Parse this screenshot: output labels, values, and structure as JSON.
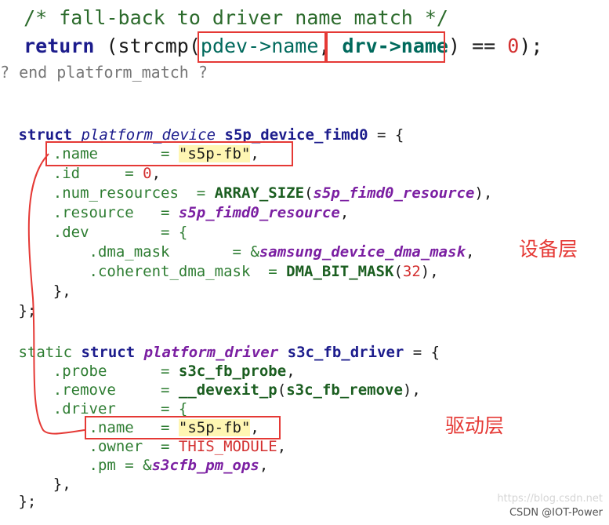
{
  "code": {
    "comment_line": "  /* fall-back to driver name match */",
    "return_kw": "  return",
    "return_open": " (strcmp(",
    "pdev_name": "pdev->name",
    "comma1": ",",
    "drv_name": " drv->name",
    "return_close": ") == ",
    "zero": "0",
    "return_end": ");",
    "end_line": "? end platform_match ?",
    "struct_kw": " struct",
    "struct_type": " platform_device",
    "struct_name": " s5p_device_fimd0",
    "struct_eq": " = {",
    "l_name_member": "    .name       = ",
    "l_name_value": "\"s5p-fb\"",
    "l_name_end": ",",
    "l_id_member": "    .id     = ",
    "l_id_value": "0",
    "l_id_end": ",",
    "l_numres_member": "    .num_resources  = ",
    "l_numres_fn": "ARRAY_SIZE",
    "l_numres_arg": "s5p_fimd0_resource",
    "l_numres_end": "),",
    "l_res_member": "    .resource   = ",
    "l_res_value": "s5p_fimd0_resource",
    "l_res_end": ",",
    "l_dev_member": "    .dev        = {",
    "l_dma_member": "        .dma_mask       = &",
    "l_dma_value": "samsung_device_dma_mask",
    "l_dma_end": ",",
    "l_coh_member": "        .coherent_dma_mask  = ",
    "l_coh_fn": "DMA_BIT_MASK",
    "l_coh_num": "32",
    "l_coh_end": "),",
    "l_close_inner": "    },",
    "l_close_outer": " };",
    "drv_static": " static",
    "drv_struct": " struct",
    "drv_type": " platform_driver",
    "drv_sname": " s3c_fb_driver",
    "drv_eq": " = {",
    "d_probe_member": "    .probe      = ",
    "d_probe_value": "s3c_fb_probe",
    "d_probe_end": ",",
    "d_remove_member": "    .remove     = ",
    "d_remove_fn": "__devexit_p",
    "d_remove_arg": "s3c_fb_remove",
    "d_remove_end": "),",
    "d_driver_member": "    .driver     = {",
    "d_name_member": "        .name   = ",
    "d_name_value": "\"s5p-fb\"",
    "d_name_end": ",",
    "d_owner_member": "        .owner  = ",
    "d_owner_value": "THIS_MODULE",
    "d_owner_end": ",",
    "d_pm_member": "        .pm = &",
    "d_pm_value": "s3cfb_pm_ops",
    "d_pm_end": ",",
    "d_close_inner": "    },",
    "d_close_outer": " };"
  },
  "annotations": {
    "device_layer": "设备层",
    "driver_layer": "驱动层"
  },
  "watermark": {
    "url": "https://blog.csdn.net",
    "credit": "CSDN @IOT-Power"
  },
  "colors": {
    "highlight_box": "#e53935",
    "string_bg": "#fff6b3"
  }
}
